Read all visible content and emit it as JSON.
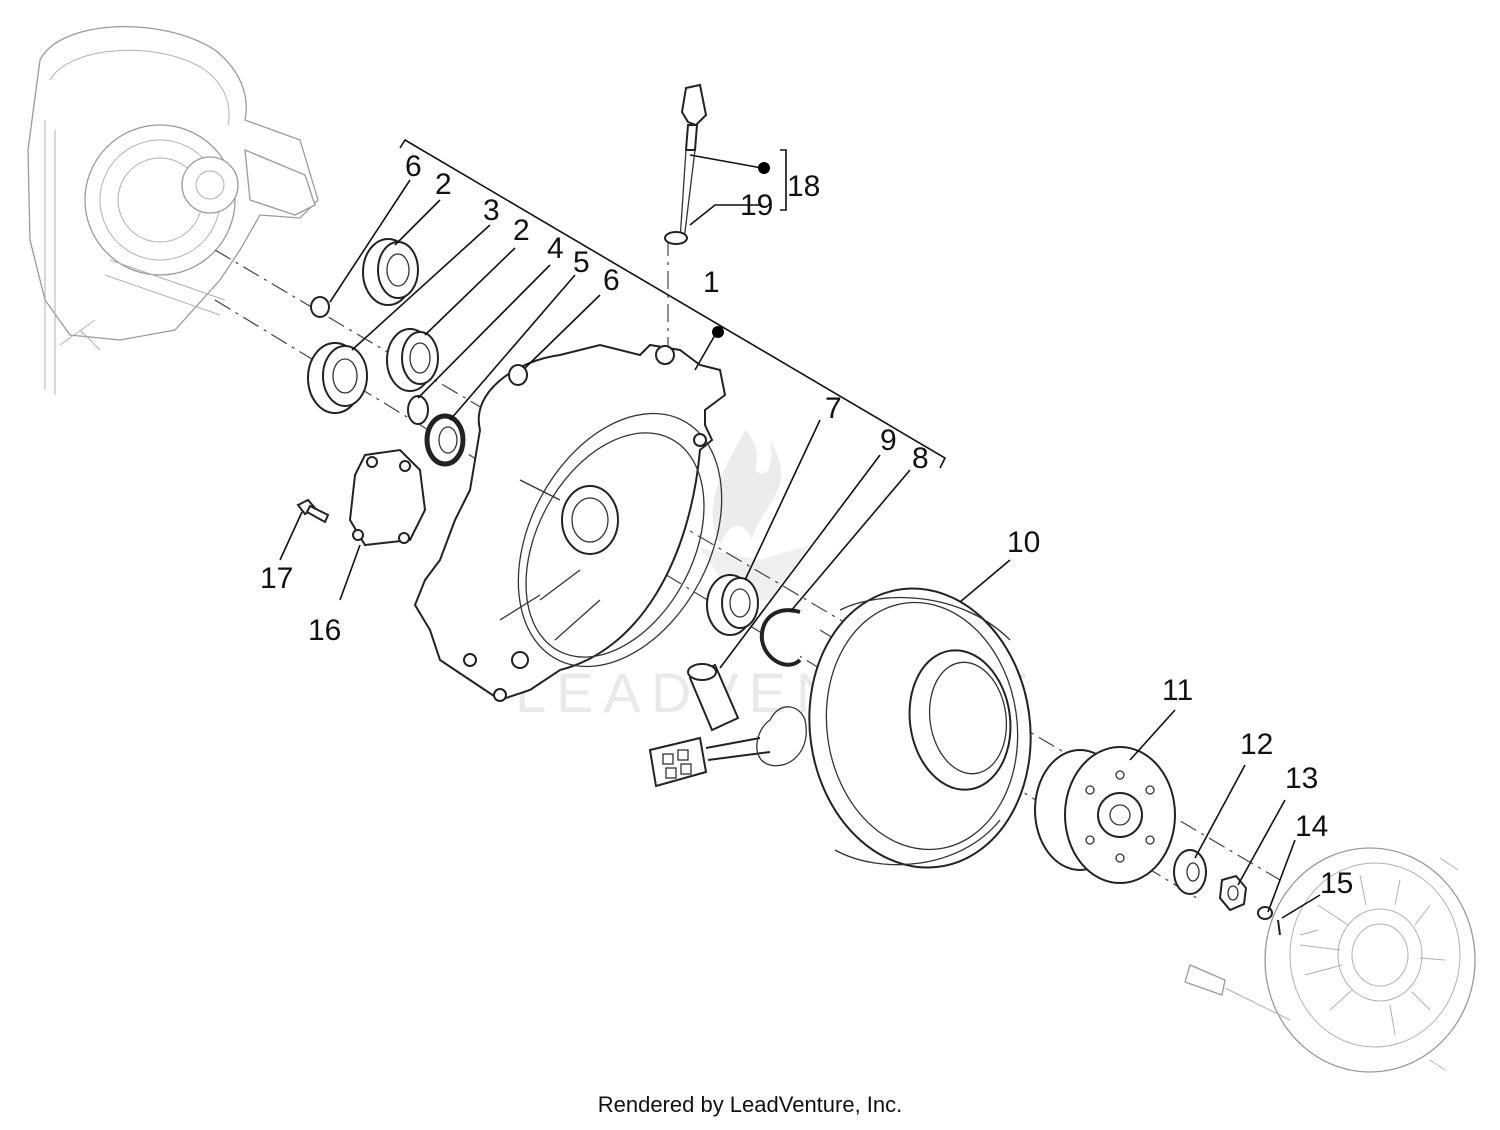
{
  "diagram": {
    "watermark": "LEADVENTURE",
    "callouts": [
      "1",
      "2",
      "2",
      "3",
      "4",
      "5",
      "6",
      "6",
      "7",
      "8",
      "9",
      "10",
      "11",
      "12",
      "13",
      "14",
      "15",
      "16",
      "17",
      "18",
      "19"
    ]
  },
  "footer": {
    "credit": "Rendered by LeadVenture, Inc."
  }
}
